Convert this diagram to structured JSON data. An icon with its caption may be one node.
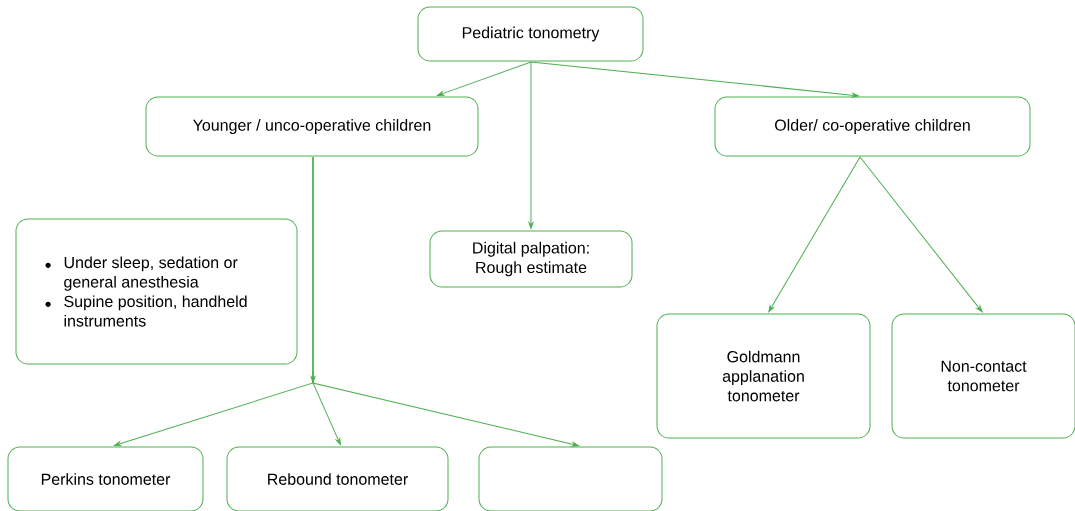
{
  "diagram": {
    "nodes": [
      {
        "text": [
          "Pediatric tonometry"
        ]
      },
      {
        "text": [
          "Younger / unco-operative children"
        ]
      },
      {
        "text": [
          "Older/ co-operative children"
        ]
      },
      {
        "text": [
          "Under sleep, sedation or general anesthesia",
          "Supine position, handheld instruments"
        ]
      },
      {
        "text": [
          "Digital palpation: Rough estimate"
        ]
      },
      {
        "text": [
          "Goldmann applanation tonometer"
        ]
      },
      {
        "text": [
          "Non-contact tonometer"
        ]
      },
      {
        "text": [
          "Perkins tonometer"
        ]
      },
      {
        "text": [
          "Rebound tonometer"
        ]
      },
      {
        "text": [],
        "shape": "box"
      }
    ],
    "edges": [
      {
        "from": 0,
        "to": 1,
        "arrow": "to"
      },
      {
        "from": 0,
        "to": 4,
        "arrow": "to"
      },
      {
        "from": 0,
        "to": 2,
        "arrow": "to"
      },
      {
        "from": 2,
        "to": 5,
        "arrow": "to"
      },
      {
        "from": 2,
        "to": 6,
        "arrow": "to"
      },
      {
        "from": 1,
        "to": 7,
        "arrow": "to"
      },
      {
        "from": 1,
        "to": 8,
        "arrow": "to"
      },
      {
        "from": 1,
        "to": 9,
        "arrow": "to"
      }
    ]
  }
}
